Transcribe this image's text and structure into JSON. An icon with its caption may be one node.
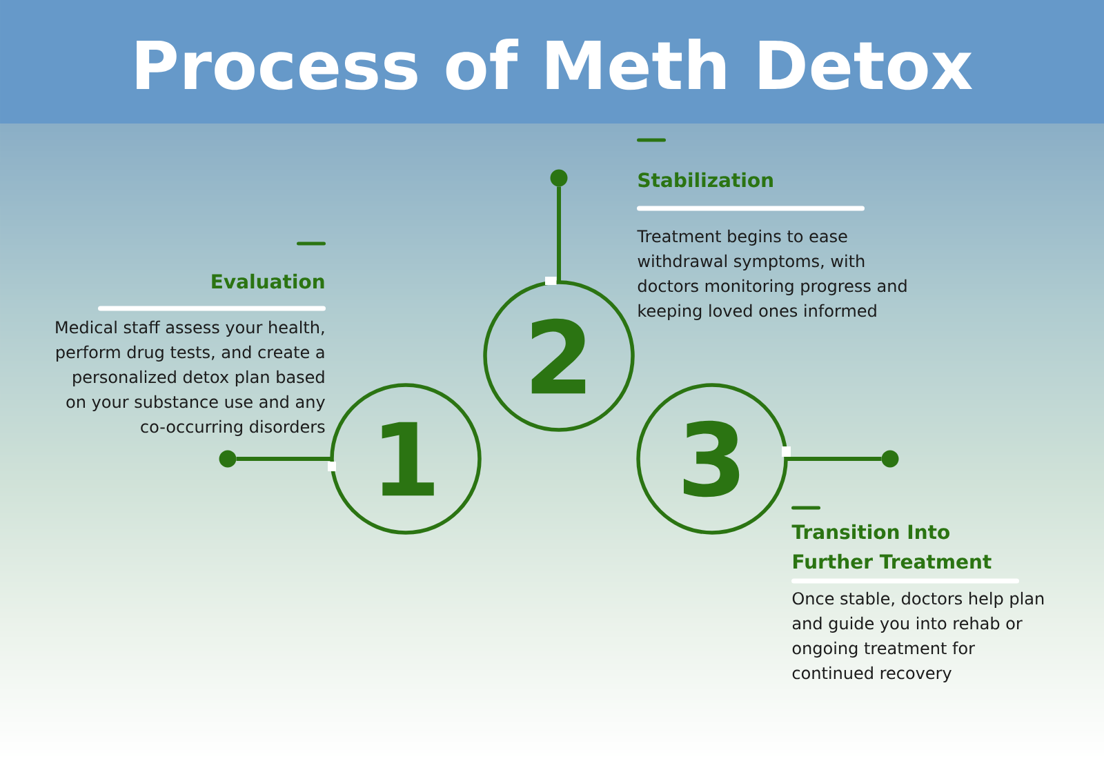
{
  "diagram": {
    "title": "Process of Meth Detox",
    "nodes": [
      {
        "text": [
          "1"
        ],
        "beside": [
          "Evaluation",
          "Medical staff assess your health, perform drug tests, and create a personalized detox plan based on your substance use and any co-occurring disorders"
        ]
      },
      {
        "text": [
          "2"
        ],
        "beside": [
          "Stabilization",
          "Treatment begins to ease withdrawal symptoms, with doctors monitoring progress and keeping loved ones informed"
        ]
      },
      {
        "text": [
          "3"
        ],
        "beside": [
          "Transition Into Further Treatment",
          "Once stable, doctors help plan and guide you into rehab or ongoing treatment for continued recovery"
        ]
      },
      {
        "text": [],
        "shape": "circle"
      },
      {
        "text": [],
        "shape": "circle"
      },
      {
        "text": [],
        "shape": "circle"
      }
    ],
    "edges": [
      {
        "from": 0,
        "to": 3,
        "arrow": "none"
      },
      {
        "from": 1,
        "to": 4,
        "arrow": "none"
      },
      {
        "from": 2,
        "to": 5,
        "arrow": "none"
      }
    ]
  }
}
